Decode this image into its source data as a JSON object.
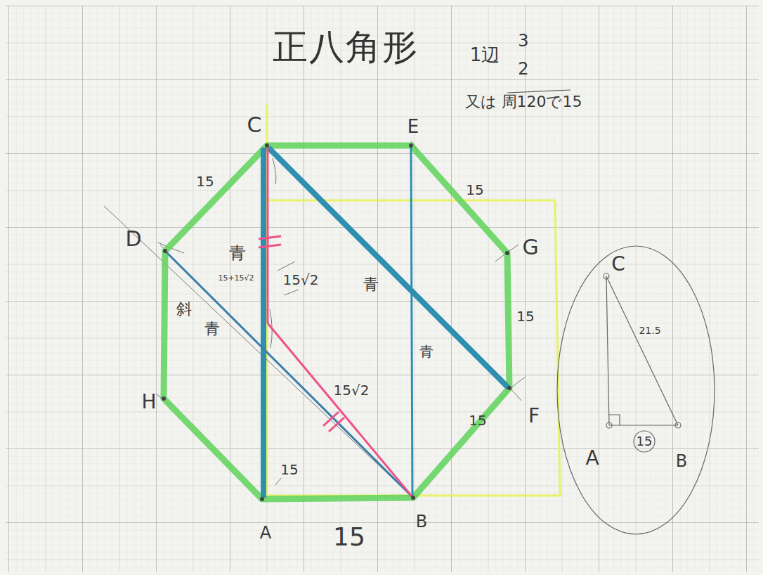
{
  "diagram": {
    "title": "正八角形",
    "labels": [
      "1辺",
      "3",
      "2",
      "又は 周120で15",
      "C",
      "E",
      "15",
      "15",
      "D",
      "G",
      "青",
      "15+15√2",
      "15√2",
      "青",
      "15",
      "斜",
      "青",
      "C",
      "21.5",
      "H",
      "15√2",
      "青",
      "F",
      "15",
      "15",
      "A",
      "15",
      "B",
      "A",
      "B",
      "15"
    ]
  }
}
